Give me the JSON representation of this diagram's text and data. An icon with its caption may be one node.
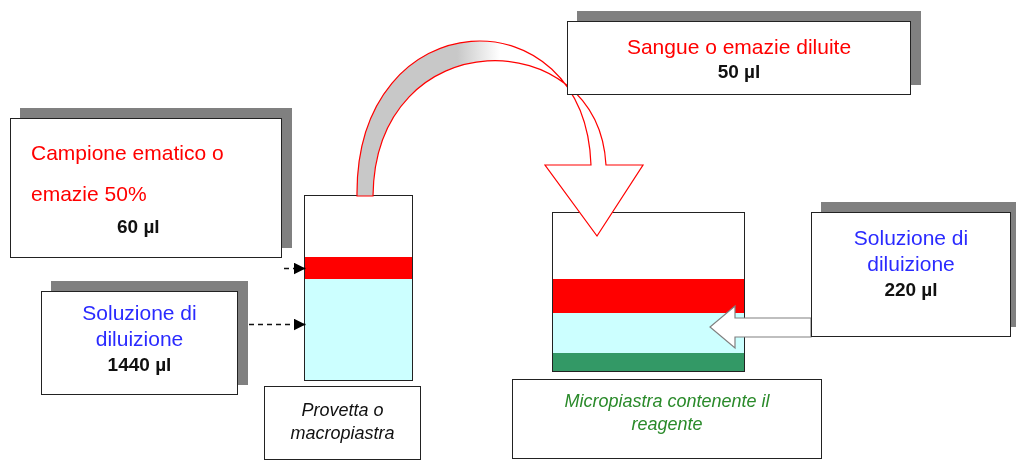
{
  "diagram": {
    "nodes": [
      {
        "text": [
          "Campione ematico o emazie 50%",
          "60 µl"
        ]
      },
      {
        "text": [
          "Soluzione di diluizione",
          "1440 µl"
        ]
      },
      {
        "text": [],
        "shape": "box"
      },
      {
        "text": [],
        "shape": "bar",
        "in": 2
      },
      {
        "text": [],
        "shape": "bar",
        "in": 2
      },
      {
        "text": [
          "Provetta o macropiastra"
        ]
      },
      {
        "text": [
          "Sangue o emazie diluite",
          "50 µl"
        ]
      },
      {
        "text": [],
        "shape": "box"
      },
      {
        "text": [],
        "shape": "bar",
        "in": 7
      },
      {
        "text": [],
        "shape": "bar",
        "in": 7
      },
      {
        "text": [],
        "shape": "bar",
        "in": 7
      },
      {
        "text": [
          "Soluzione di diluizione",
          "220 µl"
        ]
      },
      {
        "text": [
          "Micropiastra contenente il reagente"
        ]
      }
    ],
    "edges": [
      {
        "from": 0,
        "to": 3,
        "arrow": "to",
        "style": "dashed"
      },
      {
        "from": 1,
        "to": 4,
        "arrow": "to",
        "style": "dashed"
      },
      {
        "from": 2,
        "to": 7,
        "arrow": "to",
        "style": "thick",
        "color": "#ff0000"
      },
      {
        "from": 11,
        "to": 9,
        "arrow": "to",
        "style": "thick",
        "color": "#808080"
      }
    ]
  }
}
